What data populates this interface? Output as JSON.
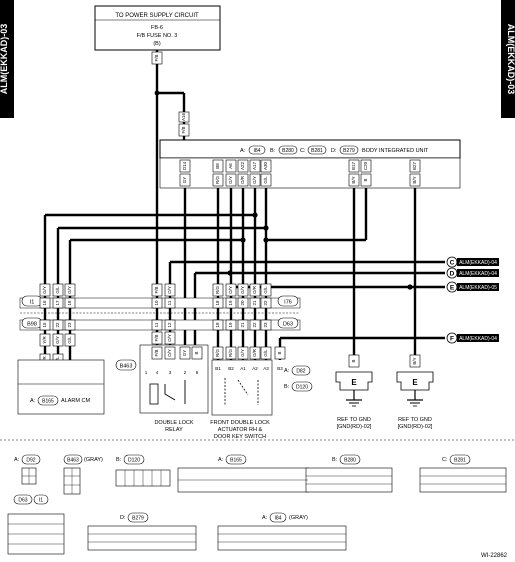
{
  "side_tab": "ALM(EKKAD)-03",
  "power": {
    "heading": "TO POWER SUPPLY CIRCUIT",
    "fuse_id": "FB-6",
    "fuse_name": "F/B FUSE NO. 3",
    "fuse_b": "(B)"
  },
  "wire_top": "F/B",
  "wire_a16": "A16",
  "wire_fb": "F/B",
  "biu": {
    "a": "A:",
    "a_conn": "I84",
    "b": "B:",
    "b_conn": "B280",
    "c": "C:",
    "c_conn": "B281",
    "d": "D:",
    "d_conn": "B279",
    "title": "BODY INTEGRATED UNIT"
  },
  "biu_pins": [
    "D14",
    "B8",
    "A6",
    "A22",
    "A17",
    "A30",
    "B17",
    "C20",
    "B27"
  ],
  "biu_wires": [
    "GY",
    "R/G",
    "G/Y",
    "O/R",
    "G/Y",
    "G/L",
    "B/Y",
    "B",
    "B/Y"
  ],
  "refs": [
    {
      "letter": "C",
      "text": "ALM(EKKAD)-04"
    },
    {
      "letter": "D",
      "text": "ALM(EKKAD)-04"
    },
    {
      "letter": "E",
      "text": "ALM(EKKAD)-05"
    },
    {
      "letter": "F",
      "text": "ALM(EKKAD)-04"
    }
  ],
  "i1": "I1",
  "b98": "B98",
  "i76": "I76",
  "d63": "D63",
  "b463": "B463",
  "d82_label": "A:",
  "d82": "D82",
  "d120_label": "B:",
  "d120": "D120",
  "conn_left": {
    "top_pins": [
      "16",
      "17",
      "18"
    ],
    "top_wires": [
      "G/Y",
      "G/L",
      "G/Y"
    ],
    "mid_pins": [
      "15",
      "22",
      "23"
    ],
    "mid_wires": [
      "Y/R",
      "G/Y",
      "G/L"
    ],
    "bot_pins": [
      "A8",
      "A9"
    ]
  },
  "conn_mid": {
    "top_pins": [
      "10",
      "11",
      "12"
    ],
    "top_wires": [
      "F/B",
      "F/B",
      "O/Y"
    ],
    "mid_pins": [
      "18",
      "19",
      "20",
      "21",
      "22",
      "23"
    ],
    "mid_wires": [
      "R/G",
      "O/Y",
      "G/Y",
      "O/R",
      "G/L",
      "G/L"
    ]
  },
  "relay": {
    "pins": [
      "1",
      "4",
      "3",
      "2",
      "6"
    ],
    "wires": [
      "F/B",
      "O/Y",
      "GY",
      "B",
      "B"
    ],
    "label": "DOUBLE LOCK RELAY"
  },
  "actuator": {
    "pins": [
      "B1",
      "B2",
      "A1",
      "A2",
      "A3",
      "B3"
    ],
    "wires": [
      "R/G",
      "R/G",
      "G/Y",
      "O/R",
      "G/L",
      "B"
    ],
    "label": "FRONT DOUBLE LOCK ACTUATOR RH & DOOR KEY SWITCH"
  },
  "alarm_cm": {
    "a": "A:",
    "conn": "B165",
    "label": "ALARM CM"
  },
  "gnd1": {
    "wire": "B",
    "label": "REF TO GND",
    "sub": "[GND(RD)-02]",
    "mark": "E"
  },
  "gnd2": {
    "wire": "B/Y",
    "label": "REF TO GND",
    "sub": "[GND(RD)-02]",
    "mark": "E"
  },
  "legend": {
    "d92_a": "A:",
    "d92": "D92",
    "b463_gray": "B463",
    "gray1": "(GRAY)",
    "d120_b": "B:",
    "d120": "D120",
    "b165_a": "A:",
    "b165": "B165",
    "b280_b": "B:",
    "b280": "B280",
    "b281_c": "C:",
    "b281": "B281",
    "d63": "D63",
    "i1": "I1",
    "d279_d": "D:",
    "b279": "B279",
    "i84_a": "A:",
    "i84": "I84",
    "gray2": "(GRAY)"
  },
  "ref_number": "WI-22862"
}
